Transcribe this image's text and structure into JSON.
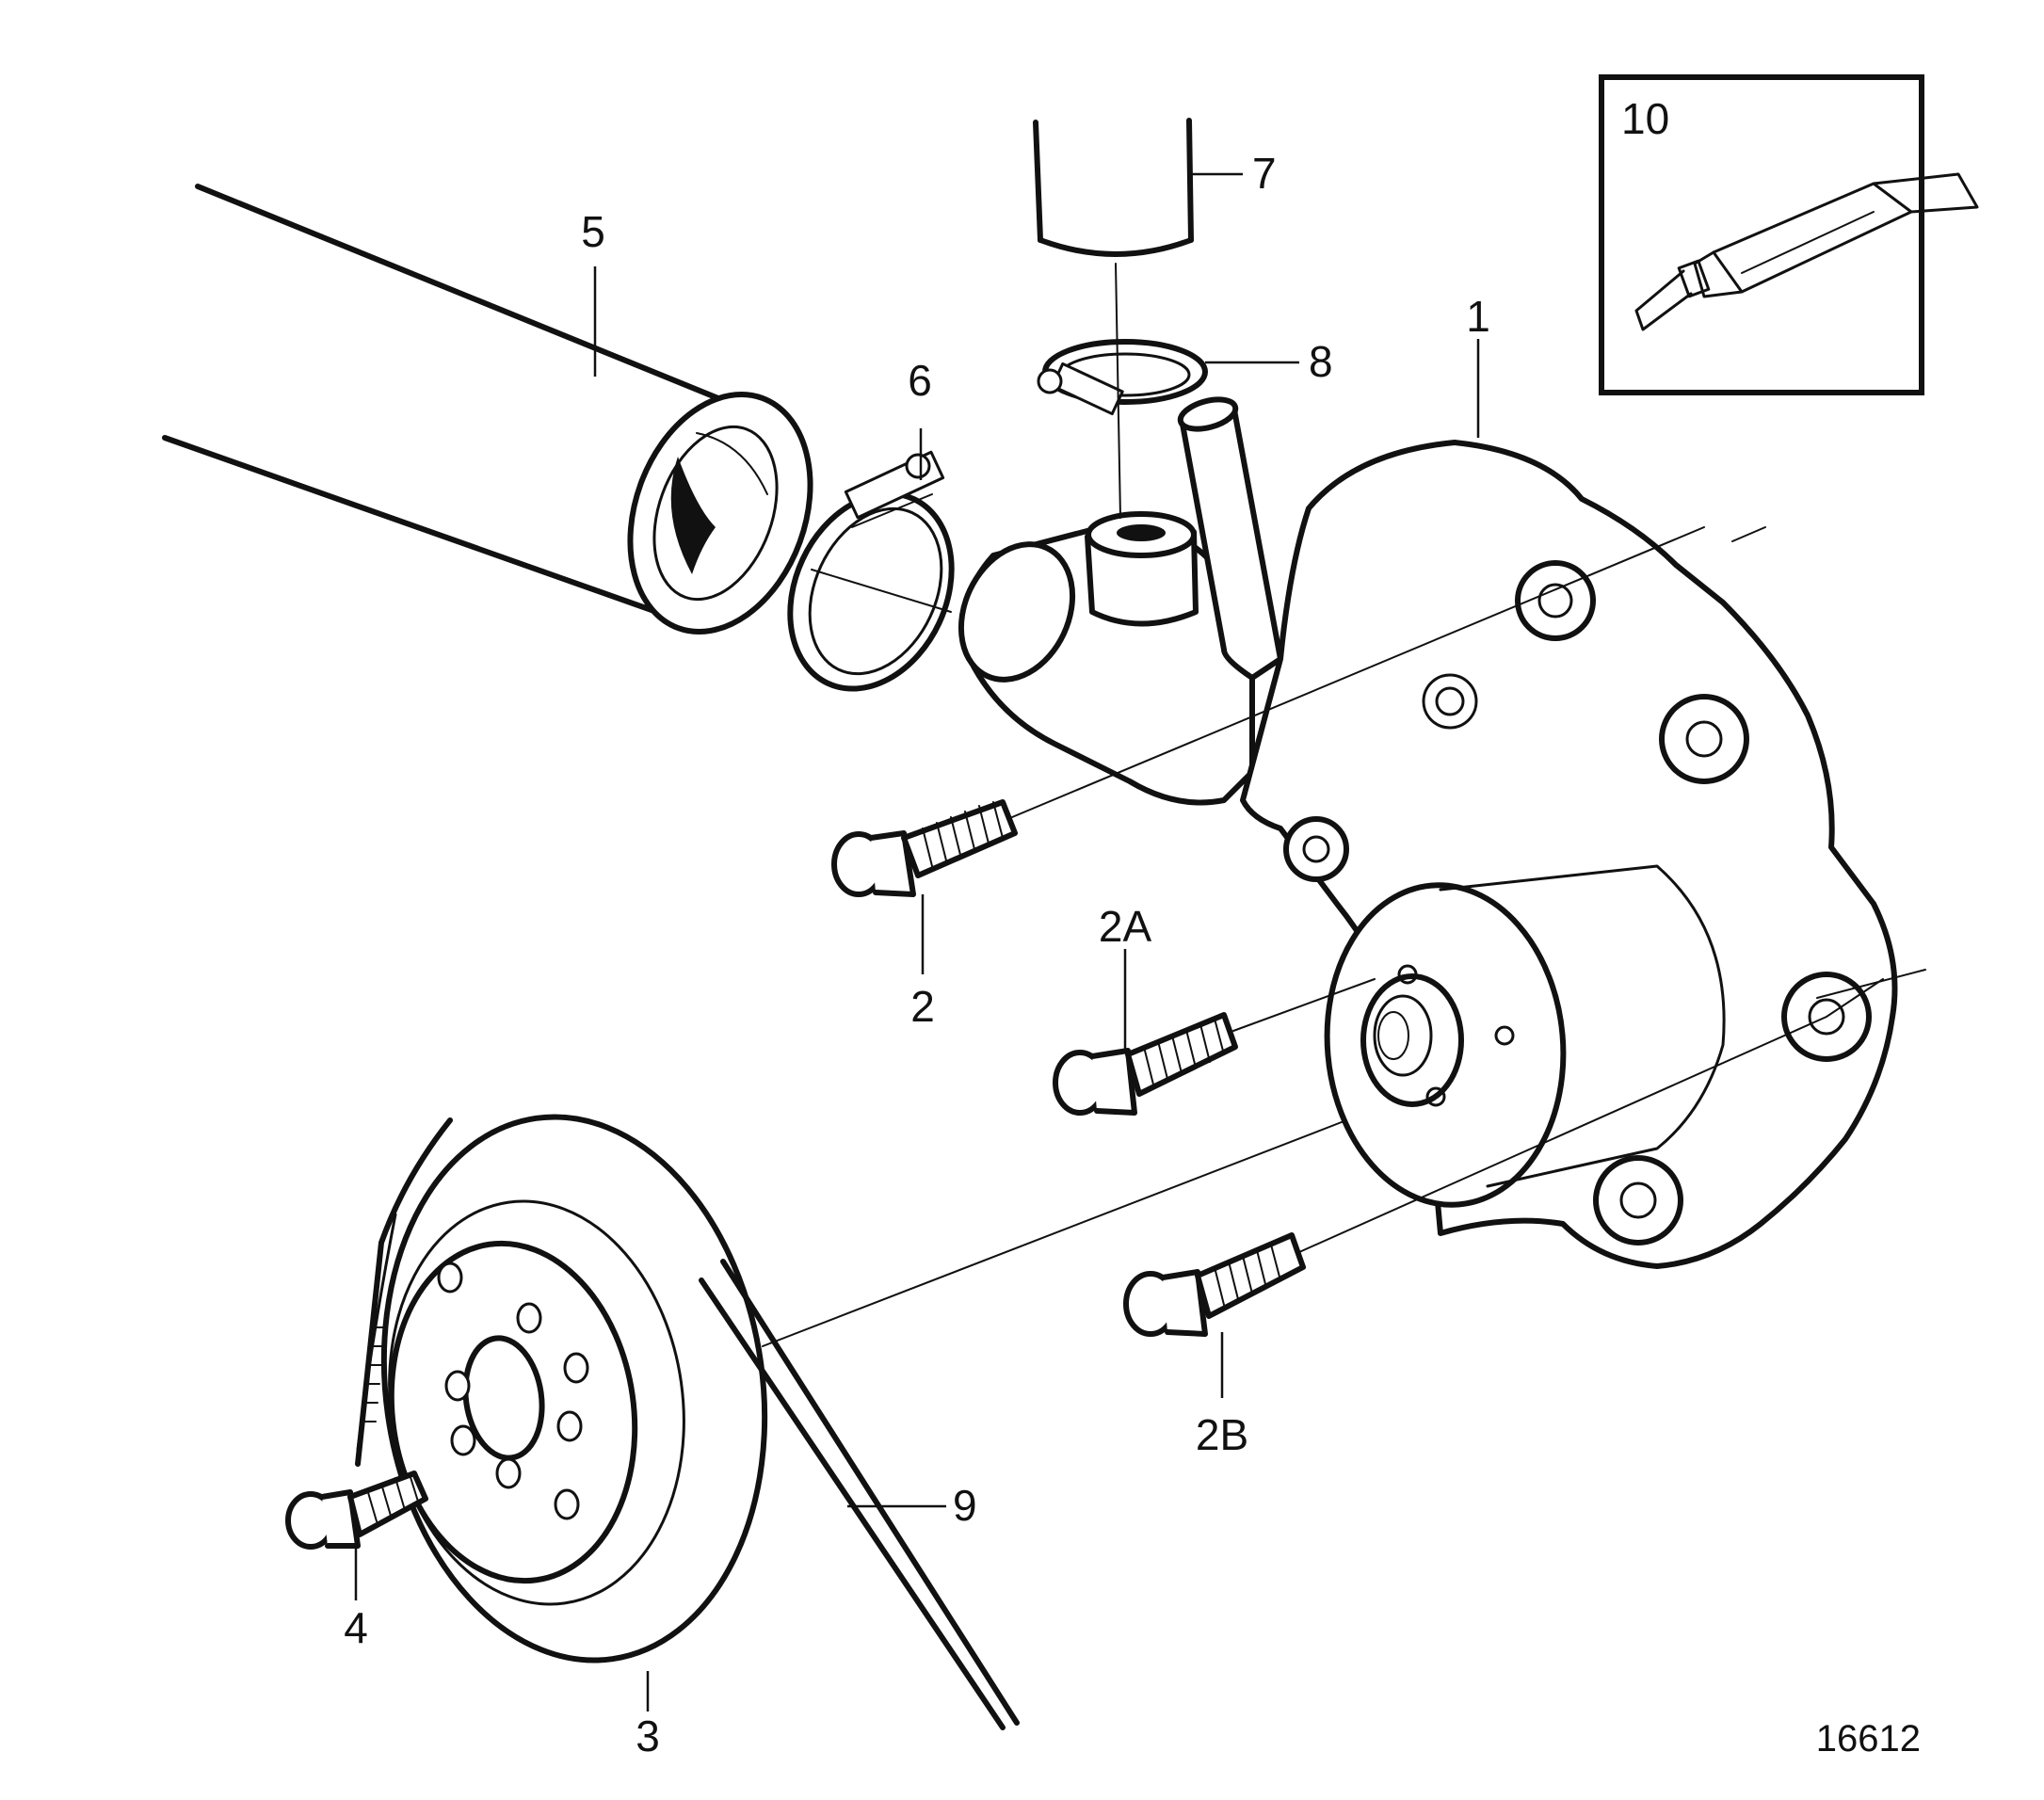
{
  "figure": {
    "drawing_number": "16612"
  },
  "callouts": {
    "housing": "1",
    "bolt": "2",
    "bolt_a": "2A",
    "bolt_b": "2B",
    "pulley": "3",
    "pulley_bolt": "4",
    "hose": "5",
    "hose_clamp": "6",
    "upper_hose": "7",
    "upper_clamp": "8",
    "belt": "9",
    "sealant": "10"
  }
}
